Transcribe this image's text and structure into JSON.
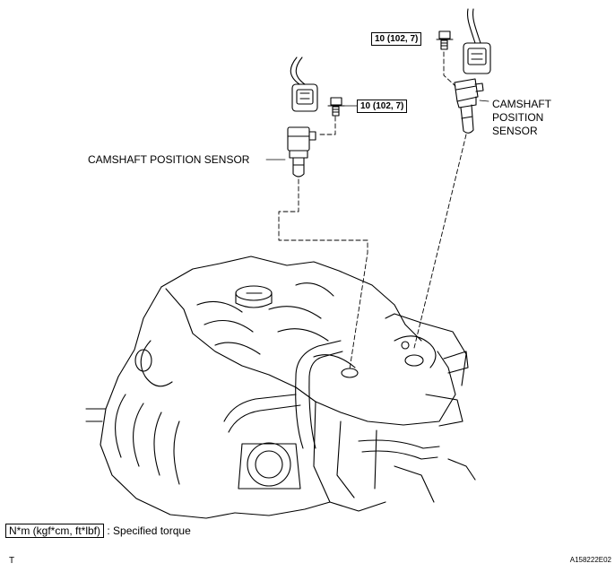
{
  "labels": {
    "sensor_left": "CAMSHAFT POSITION SENSOR",
    "sensor_right_lines": [
      "CAMSHAFT",
      "POSITION",
      "SENSOR"
    ]
  },
  "torque": {
    "left": "10 (102, 7)",
    "right": "10 (102, 7)"
  },
  "legend": {
    "units": "N*m (kgf*cm, ft*lbf)",
    "description": ": Specified torque"
  },
  "corner": {
    "left": "T",
    "right": "A158222E02"
  }
}
